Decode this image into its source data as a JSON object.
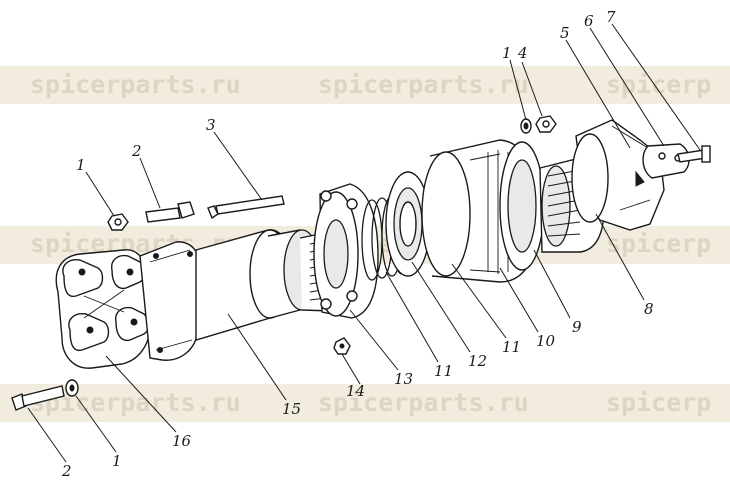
{
  "watermark": {
    "text": "spicerparts.ru",
    "text_cut": "spicerp"
  },
  "callouts": [
    {
      "id": "c1-left",
      "label": "1"
    },
    {
      "id": "c2-left",
      "label": "2"
    },
    {
      "id": "c3",
      "label": "3"
    },
    {
      "id": "c1-top",
      "label": "1"
    },
    {
      "id": "c4",
      "label": "4"
    },
    {
      "id": "c5",
      "label": "5"
    },
    {
      "id": "c6",
      "label": "6"
    },
    {
      "id": "c7",
      "label": "7"
    },
    {
      "id": "c8",
      "label": "8"
    },
    {
      "id": "c9",
      "label": "9"
    },
    {
      "id": "c10",
      "label": "10"
    },
    {
      "id": "c11-a",
      "label": "11"
    },
    {
      "id": "c12",
      "label": "12"
    },
    {
      "id": "c11-b",
      "label": "11"
    },
    {
      "id": "c13",
      "label": "13"
    },
    {
      "id": "c14",
      "label": "14"
    },
    {
      "id": "c15",
      "label": "15"
    },
    {
      "id": "c16",
      "label": "16"
    },
    {
      "id": "c1-bottom",
      "label": "1"
    },
    {
      "id": "c2-bottom",
      "label": "2"
    }
  ]
}
